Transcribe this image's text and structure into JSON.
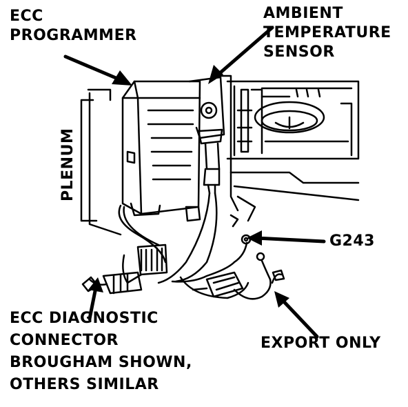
{
  "labels": {
    "ecc_programmer": [
      "ECC",
      "PROGRAMMER"
    ],
    "ambient_sensor": [
      "AMBIENT",
      "TEMPERATURE",
      "SENSOR"
    ],
    "plenum": "PLENUM",
    "ground": "G243",
    "diagnostic_connector": [
      "ECC DIAGNOSTIC",
      "CONNECTOR",
      "BROUGHAM SHOWN,",
      "OTHERS SIMILAR"
    ],
    "export_only": "EXPORT ONLY"
  },
  "colors": {
    "ink": "#000000",
    "paper": "#ffffff"
  }
}
